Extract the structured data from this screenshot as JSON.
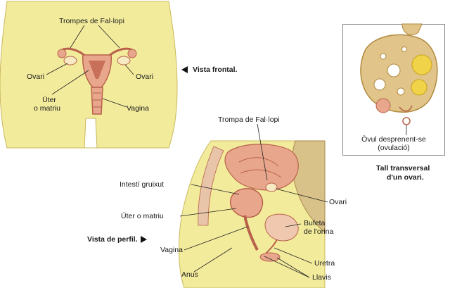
{
  "frontal": {
    "title_top": "Trompes de Fal·lopi",
    "ovary_left": "Ovari",
    "ovary_right": "Ovari",
    "uterus_line1": "Úter",
    "uterus_line2": "o matriu",
    "vagina": "Vagina",
    "caption": "Vista frontal."
  },
  "inset": {
    "ovum_line1": "Òvul desprenent-se",
    "ovum_line2": "(ovulació)",
    "caption_line1": "Tall transversal",
    "caption_line2": "d'un ovari."
  },
  "profile": {
    "tube": "Trompa de Fal·lopi",
    "intestine": "Intestí gruixut",
    "ovary": "Ovari",
    "uterus": "Úter o matriu",
    "caption": "Vista de perfil.",
    "vagina": "Vagina",
    "bladder_line1": "Bufeta",
    "bladder_line2": "de l'orina",
    "urethra": "Uretra",
    "anus": "Anus",
    "labia": "Llavis"
  },
  "colors": {
    "skin": "#f3eb9c",
    "skin_edge": "#c9b85c",
    "organ": "#e8a78c",
    "organ_dark": "#b8614a",
    "ovary_tissue": "#e0c489",
    "follicle": "#f1d34a"
  }
}
